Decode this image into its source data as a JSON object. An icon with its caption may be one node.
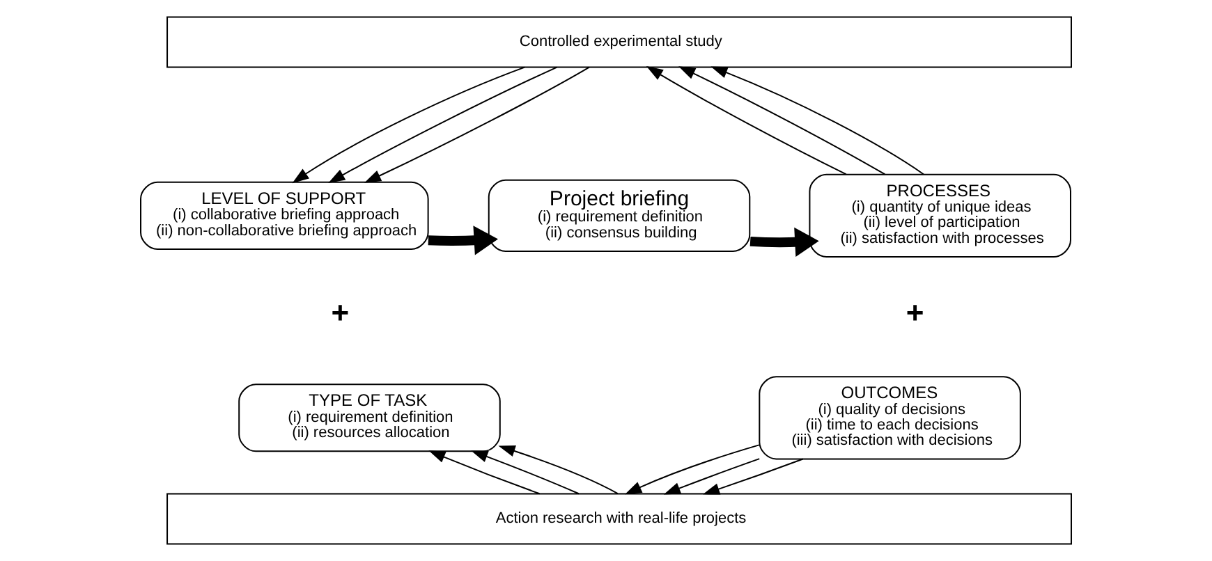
{
  "diagram": {
    "nodes": [
      {
        "text": [
          "Controlled experimental study"
        ]
      },
      {
        "text": [
          "LEVEL OF SUPPORT",
          "(i) collaborative briefing approach",
          "(ii) non-collaborative briefing approach"
        ]
      },
      {
        "text": [
          "TYPE OF TASK",
          "(i) requirement definition",
          "(ii) resources allocation"
        ]
      },
      {
        "text": [
          "Project briefing",
          "(i) requirement definition",
          "(ii) consensus building"
        ]
      },
      {
        "text": [
          "PROCESSES",
          "(i) quantity of unique ideas",
          "(ii) level of participation",
          "(ii) satisfaction with processes"
        ]
      },
      {
        "text": [
          "OUTCOMES",
          "(i) quality of decisions",
          "(ii) time to each decisions",
          "(iii) satisfaction with decisions"
        ]
      },
      {
        "text": [
          "Action research with real-life projects"
        ]
      }
    ],
    "edges": [
      {
        "from": 0,
        "to": 1,
        "arrow": "to"
      },
      {
        "from": 0,
        "to": 1,
        "arrow": "to"
      },
      {
        "from": 0,
        "to": 1,
        "arrow": "to"
      },
      {
        "from": 6,
        "to": 2,
        "arrow": "to"
      },
      {
        "from": 6,
        "to": 2,
        "arrow": "to"
      },
      {
        "from": 6,
        "to": 2,
        "arrow": "to"
      },
      {
        "from": 1,
        "to": 3,
        "arrow": "to",
        "style": "thick"
      },
      {
        "from": 3,
        "to": 4,
        "arrow": "to",
        "style": "thick"
      },
      {
        "from": 4,
        "to": 0,
        "arrow": "to"
      },
      {
        "from": 4,
        "to": 0,
        "arrow": "to"
      },
      {
        "from": 4,
        "to": 0,
        "arrow": "to"
      },
      {
        "from": 5,
        "to": 6,
        "arrow": "to"
      },
      {
        "from": 5,
        "to": 6,
        "arrow": "to"
      },
      {
        "from": 5,
        "to": 6,
        "arrow": "to"
      }
    ],
    "labels": [
      "+",
      "+"
    ]
  }
}
